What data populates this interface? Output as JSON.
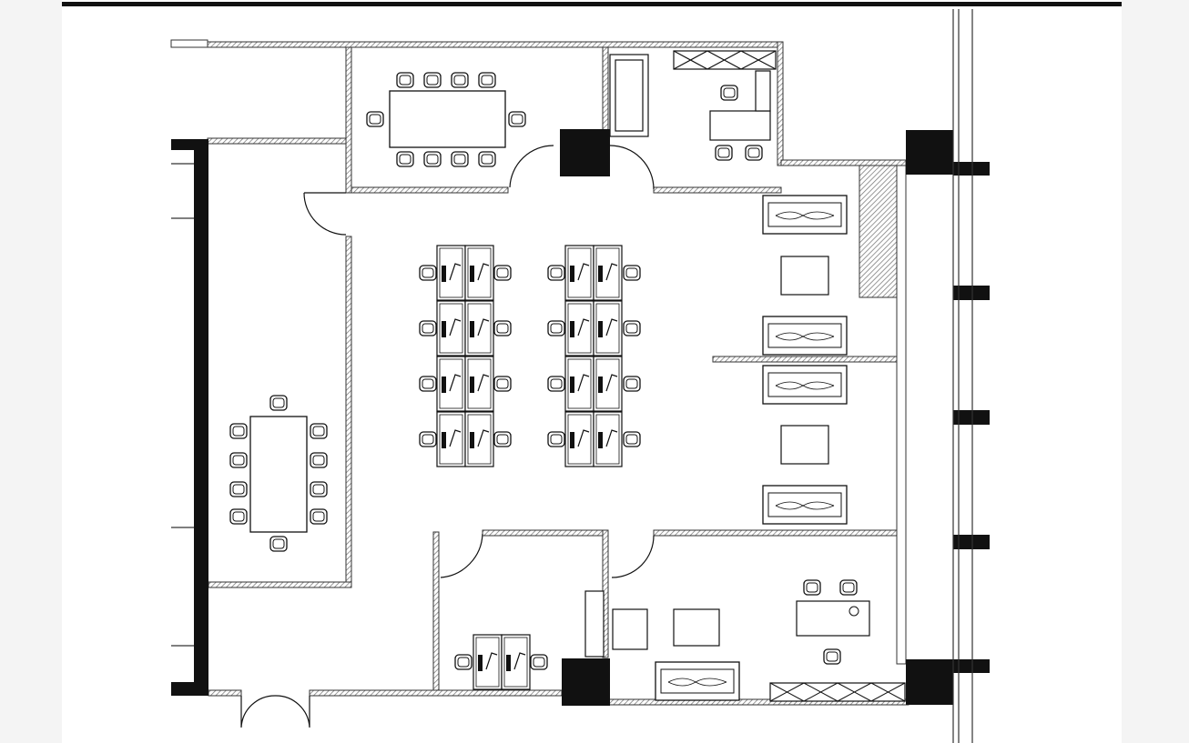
{
  "plan": {
    "wall_color": "#111111",
    "hatch_color": "#888888",
    "background": "#ffffff",
    "margin_color": "#f4f4f4",
    "workstation_clusters": 2,
    "workstations_per_cluster": 8,
    "meeting_rooms": 2,
    "private_offices": 2
  }
}
